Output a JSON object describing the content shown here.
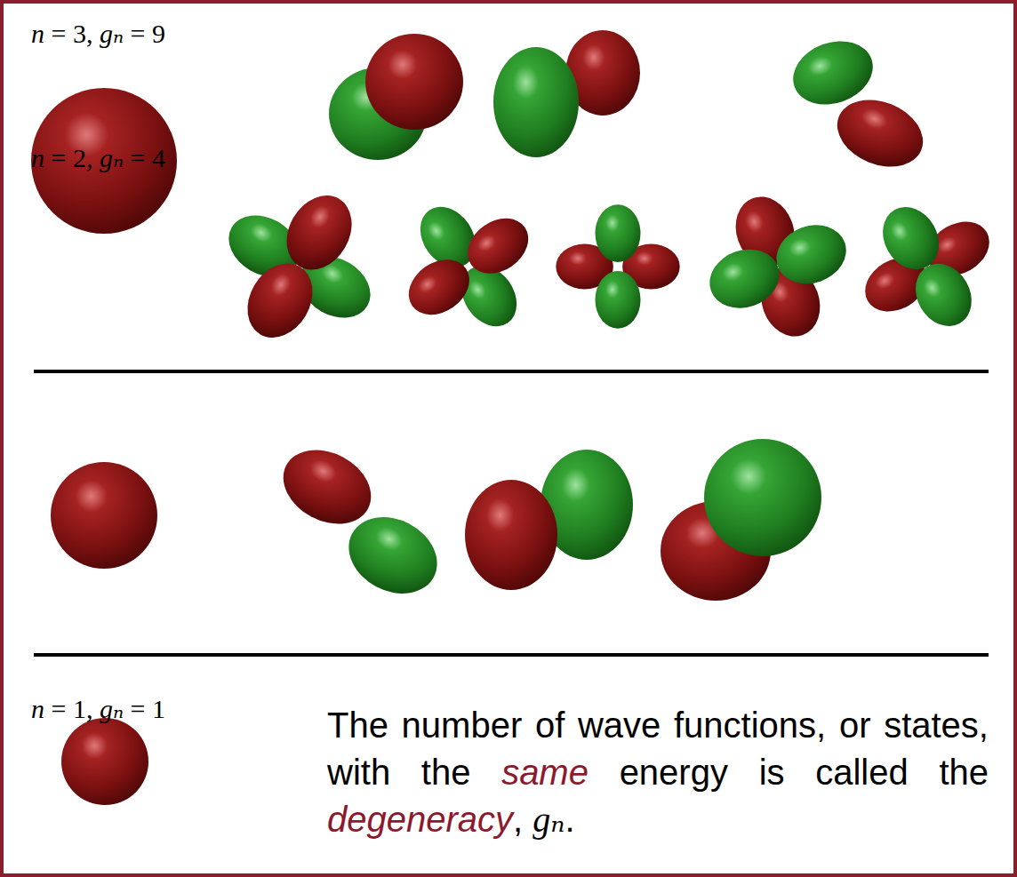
{
  "diagram": {
    "labels": [
      "n = 3, gₙ = 9",
      "n = 2, gₙ = 4",
      "n = 1, gₙ = 1",
      "The number of wave functions, or states, with the same energy is called the degeneracy, gₙ."
    ]
  }
}
